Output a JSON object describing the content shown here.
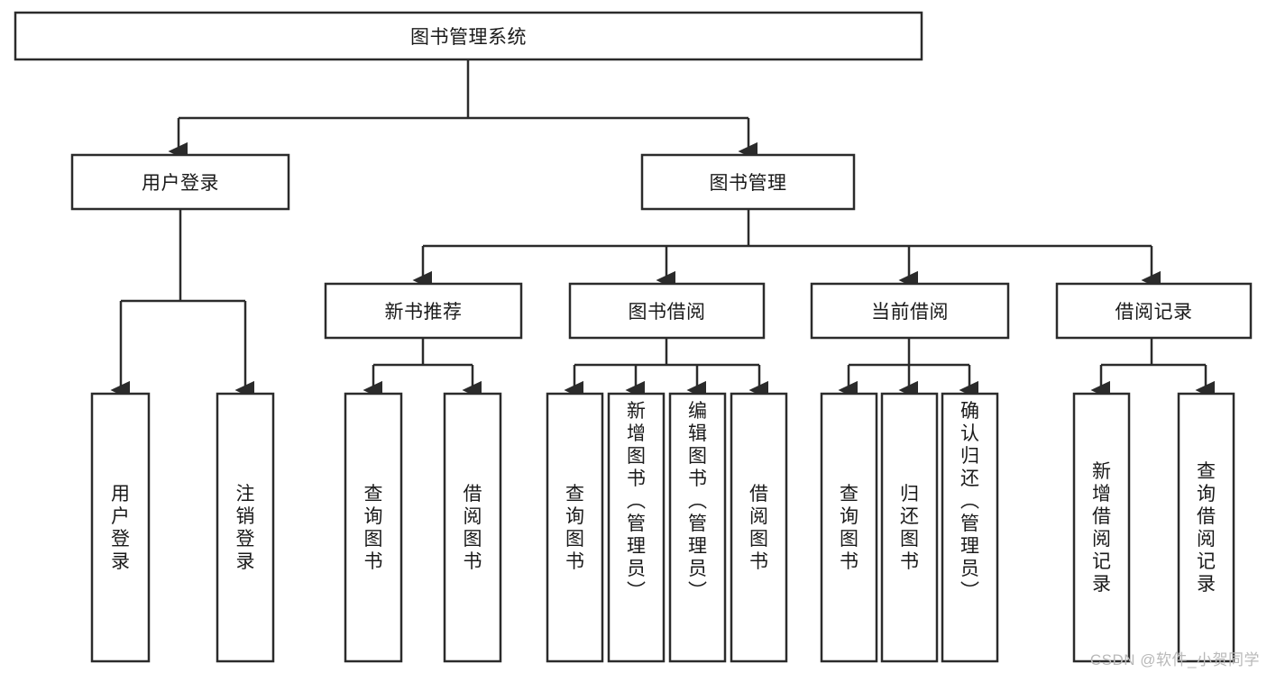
{
  "diagram": {
    "title_node": {
      "label": "图书管理系统"
    },
    "level2": [
      {
        "id": "user-login",
        "label": "用户登录"
      },
      {
        "id": "book-management",
        "label": "图书管理"
      }
    ],
    "level3": [
      {
        "id": "new-book-recommend",
        "label": "新书推荐"
      },
      {
        "id": "book-borrow",
        "label": "图书借阅"
      },
      {
        "id": "current-borrow",
        "label": "当前借阅"
      },
      {
        "id": "borrow-record",
        "label": "借阅记录"
      }
    ],
    "leaves": [
      {
        "id": "leaf-user-login",
        "label": "用户登录"
      },
      {
        "id": "leaf-logout-login",
        "label": "注销登录"
      },
      {
        "id": "leaf-query-book-1",
        "label": "查询图书"
      },
      {
        "id": "leaf-borrow-book-1",
        "label": "借阅图书"
      },
      {
        "id": "leaf-query-book-2",
        "label": "查询图书"
      },
      {
        "id": "leaf-add-book-admin",
        "label": "新增图书（管理员）"
      },
      {
        "id": "leaf-edit-book-admin",
        "label": "编辑图书（管理员）"
      },
      {
        "id": "leaf-borrow-book-2",
        "label": "借阅图书"
      },
      {
        "id": "leaf-query-book-3",
        "label": "查询图书"
      },
      {
        "id": "leaf-return-book",
        "label": "归还图书"
      },
      {
        "id": "leaf-confirm-return-admin",
        "label": "确认归还（管理员）"
      },
      {
        "id": "leaf-add-borrow-record",
        "label": "新增借阅记录"
      },
      {
        "id": "leaf-query-borrow-record",
        "label": "查询借阅记录"
      }
    ],
    "watermark": "CSDN @软件_小贺同学",
    "colors": {
      "stroke": "#2b2b2b",
      "fill": "#ffffff",
      "text": "#1a1a1a",
      "watermark": "#b9b9b9"
    }
  }
}
